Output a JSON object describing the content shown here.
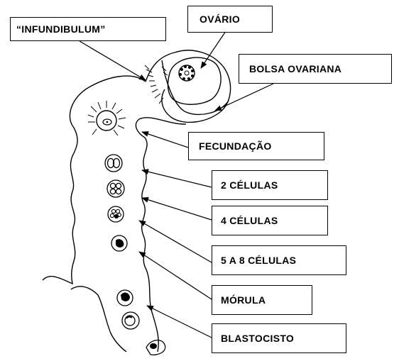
{
  "labels": {
    "infundibulum": "“INFUNDIBULUM”",
    "ovario": "OVÁRIO",
    "bolsa_ovariana": "BOLSA OVARIANA",
    "fecundacao": "FECUNDAÇÃO",
    "celulas_2": "2 CÉLULAS",
    "celulas_4": "4 CÉLULAS",
    "celulas_5_8": "5 A 8 CÉLULAS",
    "morula": "MÓRULA",
    "blastocisto": "BLASTOCISTO"
  },
  "colors": {
    "ink": "#000000",
    "background": "#ffffff"
  }
}
